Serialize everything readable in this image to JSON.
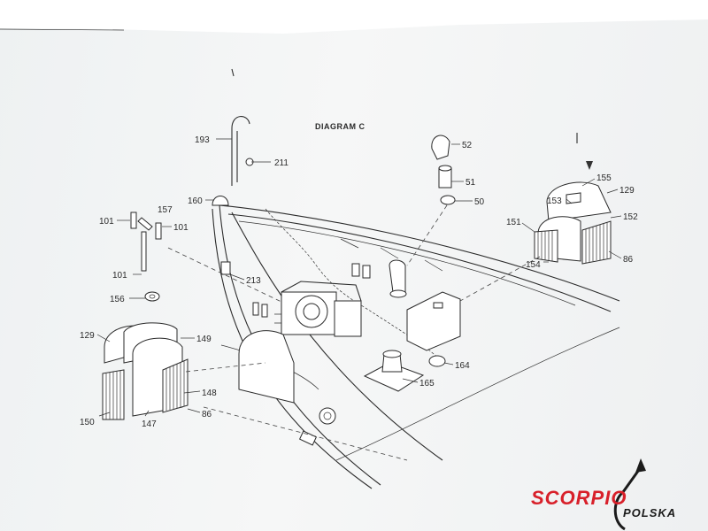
{
  "diagram_title": "DIAGRAM C",
  "labels": [
    "193",
    "211",
    "160",
    "157",
    "101",
    "101",
    "101",
    "156",
    "213",
    "129",
    "149",
    "150",
    "147",
    "148",
    "86",
    "52",
    "51",
    "50",
    "155",
    "153",
    "129",
    "152",
    "151",
    "154",
    "86",
    "164",
    "165"
  ],
  "logo": {
    "main": "SCORPIO",
    "sub": "POLSKA",
    "brand_color": "#d8202a"
  }
}
